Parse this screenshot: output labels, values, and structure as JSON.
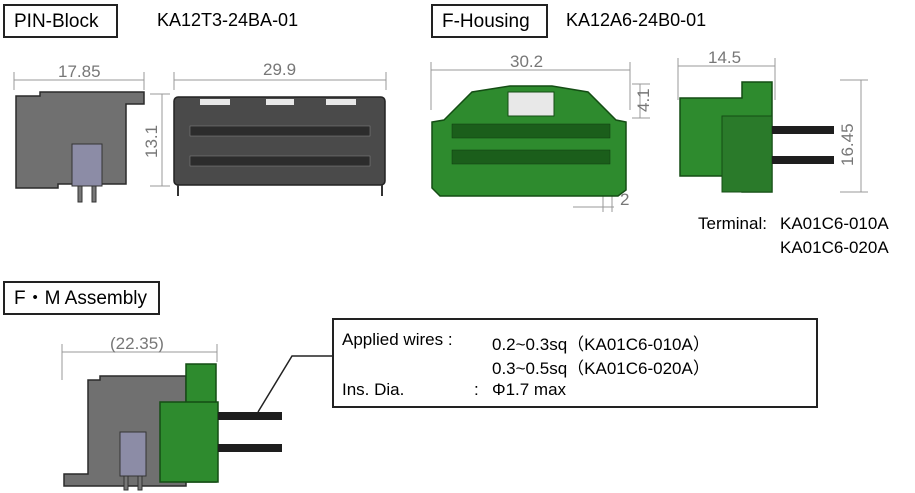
{
  "pin_block": {
    "title": "PIN-Block",
    "part_no": "KA12T3-24BA-01",
    "dim_side_width": "17.85",
    "dim_front_width": "29.9",
    "dim_height": "13.1"
  },
  "f_housing": {
    "title": "F-Housing",
    "part_no": "KA12A6-24B0-01",
    "dim_front_width": "30.2",
    "dim_latch": "4.1",
    "dim_offset": "2",
    "dim_side_width": "14.5",
    "dim_height": "16.45",
    "terminal_label": "Terminal:",
    "terminal_1": "KA01C6-010A",
    "terminal_2": "KA01C6-020A"
  },
  "assembly": {
    "title": "F・M Assembly",
    "dim_length": "(22.35)"
  },
  "spec": {
    "applied_label": "Applied  wires :",
    "applied_1": "0.2~0.3sq（KA01C6-010A）",
    "applied_2": "0.3~0.5sq（KA01C6-020A）",
    "ins_label": "Ins. Dia.",
    "ins_colon": ":",
    "ins_value": "Φ1.7 max"
  },
  "colors": {
    "housing_green": "#2e8b2e",
    "block_gray": "#6f6f6f",
    "block_dark": "#3a3a3a"
  }
}
